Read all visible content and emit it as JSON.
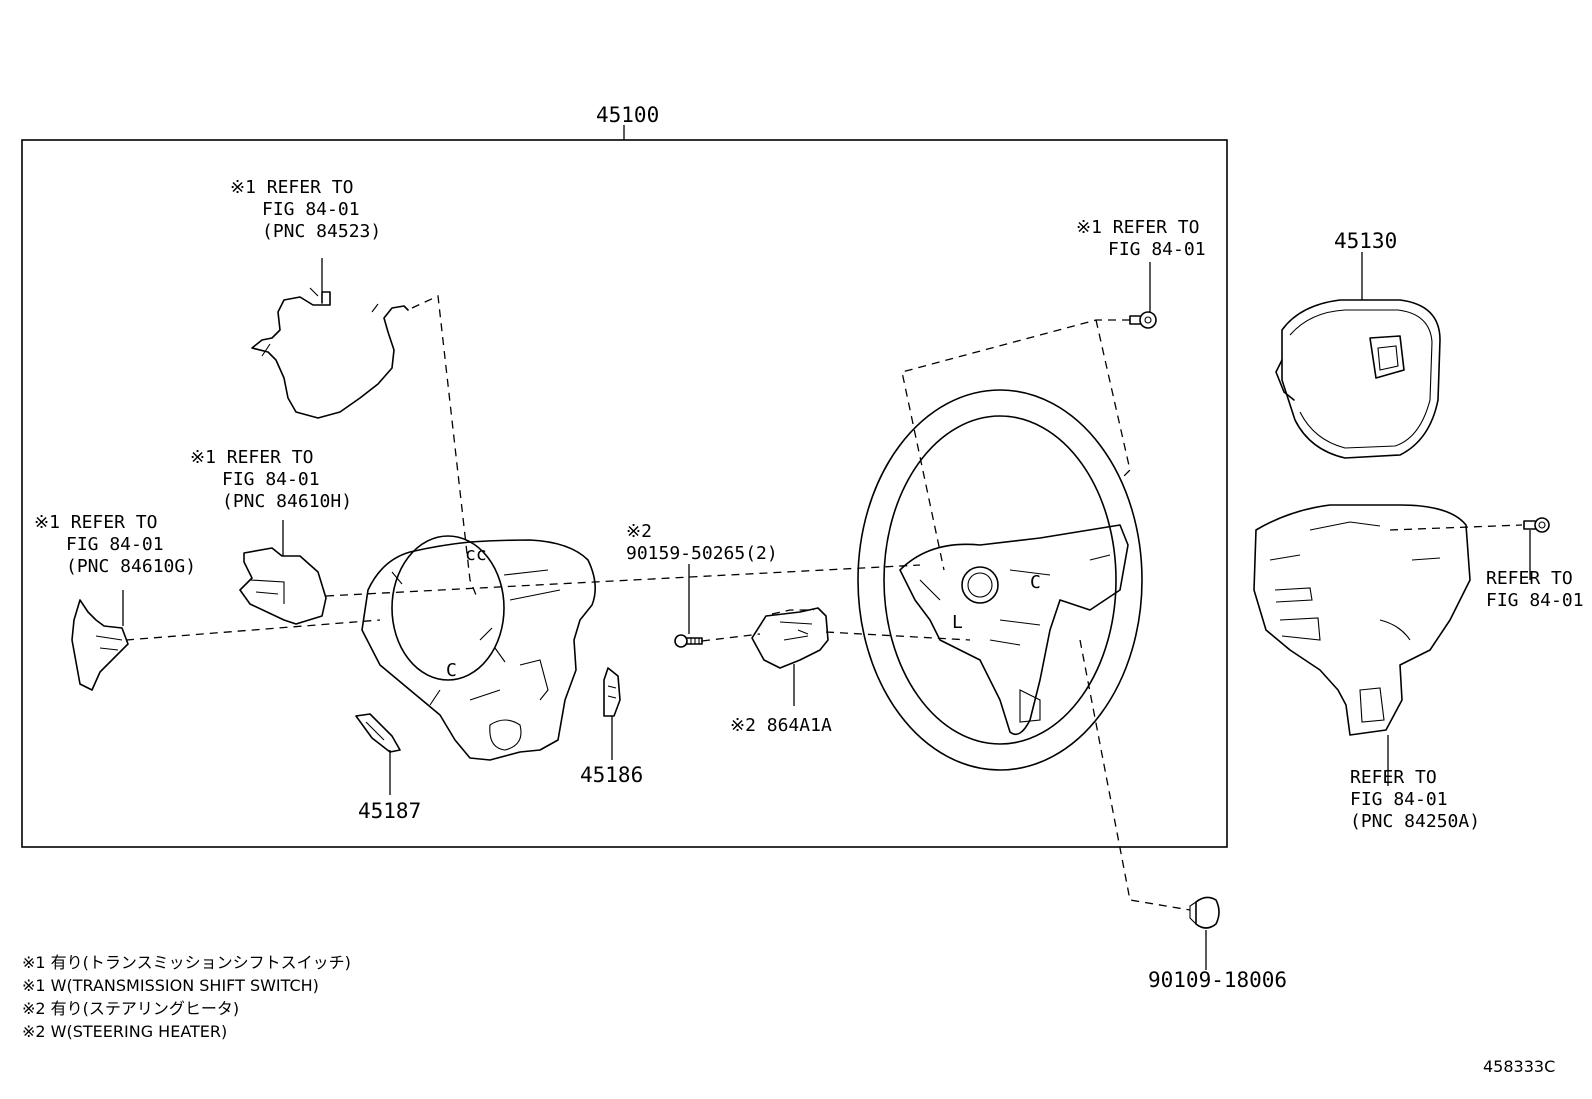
{
  "callouts": {
    "assembly": "45100",
    "pad": "45130",
    "c45187": "45187",
    "c45186": "45186",
    "c864": "※2 864A1A",
    "c90109": "90109-18006",
    "c90159_mark": "※2",
    "c90159": "90159-50265(2)",
    "fig_id": "458333C"
  },
  "refs": {
    "r1": [
      "※1 REFER TO",
      "FIG 84-01",
      "(PNC 84523)"
    ],
    "r2": [
      "※1 REFER TO",
      "FIG 84-01"
    ],
    "r3": [
      "※1 REFER TO",
      "FIG 84-01",
      "(PNC 84610H)"
    ],
    "r4": [
      "※1 REFER TO",
      "FIG 84-01",
      "(PNC 84610G)"
    ],
    "r5": [
      "REFER TO",
      "FIG 84-01"
    ],
    "r6": [
      "REFER TO",
      "FIG 84-01",
      "(PNC 84250A)"
    ]
  },
  "notes": [
    "※1 有り(トランスミッションシフトスイッチ)",
    "※1 W(TRANSMISSION SHIFT SWITCH)",
    "※2 有り(ステアリングヒータ)",
    "※2 W(STEERING HEATER)"
  ]
}
